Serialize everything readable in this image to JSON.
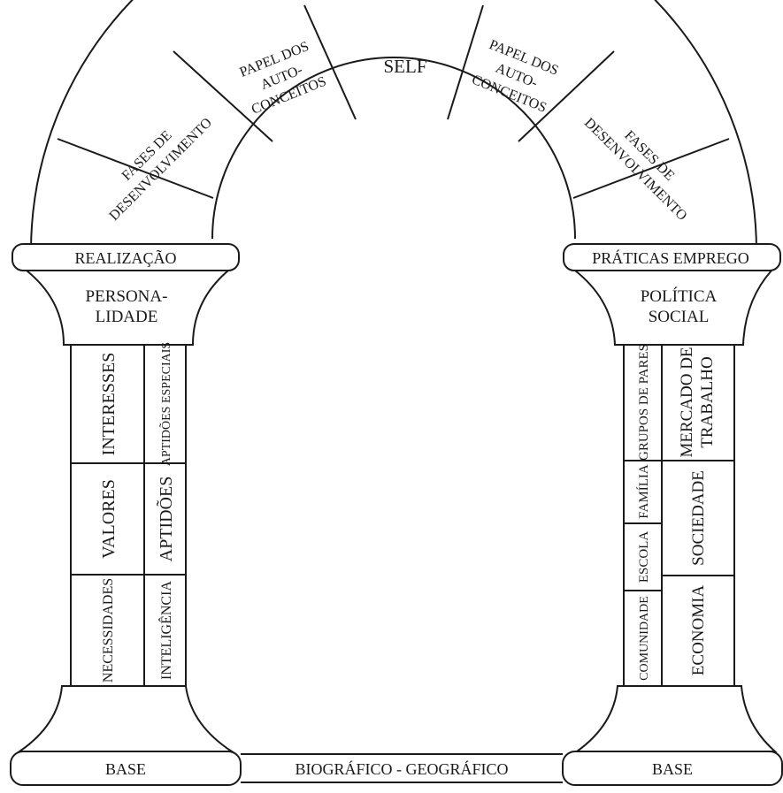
{
  "arch": {
    "keystone": "SELF",
    "left_inner": [
      "PAPEL DOS",
      "AUTO-",
      "CONCEITOS"
    ],
    "right_inner": [
      "PAPEL DOS",
      "AUTO-",
      "CONCEITOS"
    ],
    "left_outer": [
      "FASES DE",
      "DESENVOLVIMENTO"
    ],
    "right_outer": [
      "FASES DE",
      "DESENVOLVIMENTO"
    ]
  },
  "left_column": {
    "capital_band": "REALIZAÇÃO",
    "capital": [
      "PERSONA-",
      "LIDADE"
    ],
    "shaft_left": [
      "INTERESSES",
      "VALORES",
      "NECESSIDADES"
    ],
    "shaft_right": [
      "APTIDÕES ESPECIAIS",
      "APTIDÕES",
      "INTELIGÊNCIA"
    ],
    "base": "BASE"
  },
  "right_column": {
    "capital_band": "PRÁTICAS EMPREGO",
    "capital": [
      "POLÍTICA",
      "SOCIAL"
    ],
    "shaft_left": [
      "GRUPOS DE PARES",
      "FAMÍLIA",
      "ESCOLA",
      "COMUNIDADE"
    ],
    "shaft_right": [
      "MERCADO DE",
      "TRABALHO",
      "SOCIEDADE",
      "ECONOMIA"
    ],
    "base": "BASE"
  },
  "ground": "BIOGRÁFICO - GEOGRÁFICO"
}
